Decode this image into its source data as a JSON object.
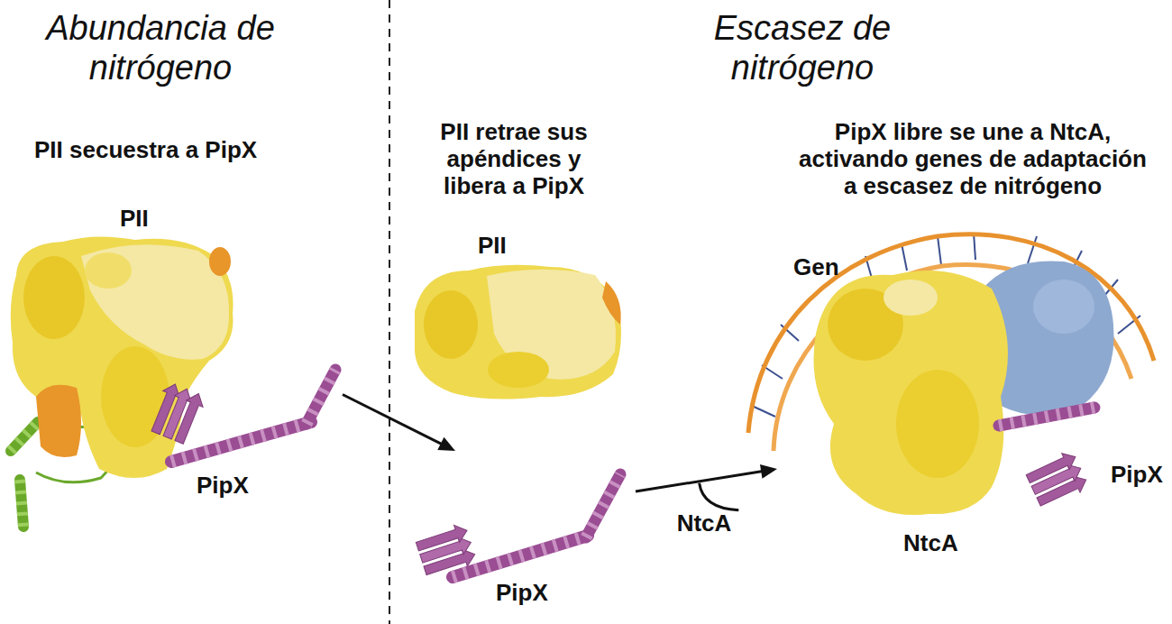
{
  "diagram": {
    "nodes": [
      {
        "text": [
          "PII secuestra a PipX",
          "PII",
          "PipX"
        ]
      },
      {
        "text": [
          "PII retrae sus apéndices y libera a PipX",
          "PII"
        ]
      },
      {
        "text": [
          "PipX"
        ]
      },
      {
        "text": [
          "PipX libre se une a NtcA, activando genes de adaptación a escasez de nitrógeno",
          "Gen",
          "PipX",
          "NtcA"
        ]
      }
    ],
    "edges": [
      {
        "from": 0,
        "to": 2,
        "arrow": "to"
      },
      {
        "from": 2,
        "to": 3,
        "label": "NtcA",
        "arrow": "to"
      }
    ],
    "labels": [
      "Abundancia de nitrógeno",
      "Escasez de nitrógeno"
    ]
  }
}
